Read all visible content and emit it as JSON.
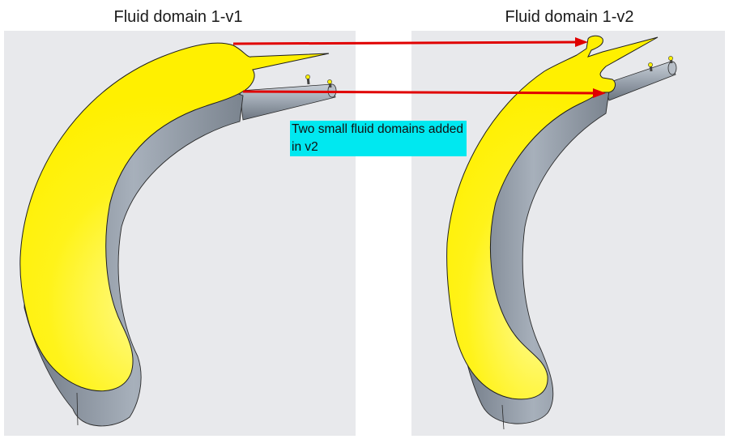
{
  "titles": {
    "left": "Fluid domain 1-v1",
    "right": "Fluid domain 1-v2"
  },
  "callout": {
    "text": "Two small fluid domains added in v2"
  },
  "colors": {
    "panel_background": "#e8e9ec",
    "fluid_yellow": "#fff200",
    "solid_grey": "#8c96a3",
    "arrow_red": "#e00000",
    "callout_highlight": "#00e8f0"
  }
}
